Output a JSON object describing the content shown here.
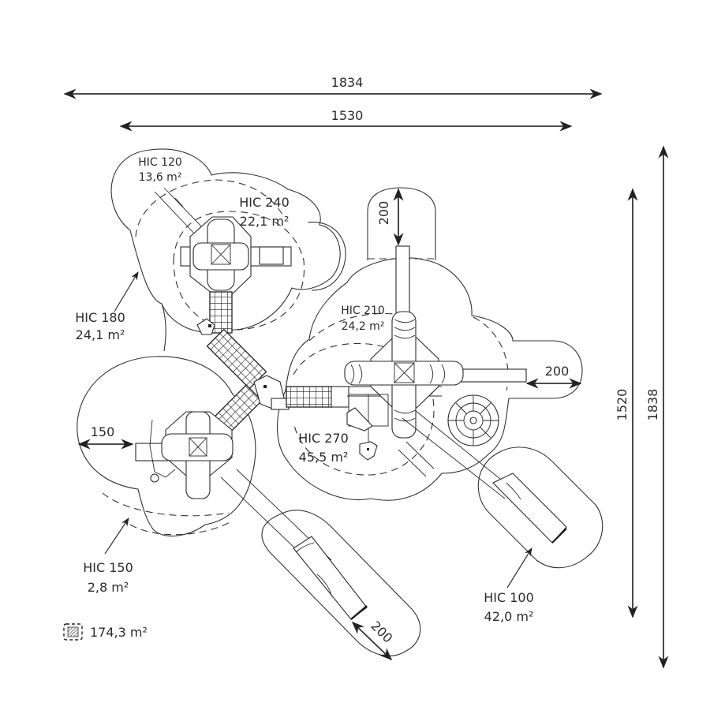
{
  "drawing": {
    "dimensions": {
      "overall_width": "1834",
      "platform_width": "1530",
      "overall_depth": "1838",
      "platform_depth": "1520",
      "clearance_top": "200",
      "clearance_right": "200",
      "clearance_left": "150",
      "clearance_bottom": "200"
    },
    "hic_zones": [
      {
        "id": "hic-120",
        "label": "HIC 120",
        "area": "13,6 m²"
      },
      {
        "id": "hic-240",
        "label": "HIC 240",
        "area": "22,1 m²"
      },
      {
        "id": "hic-180",
        "label": "HIC 180",
        "area": "24,1 m²"
      },
      {
        "id": "hic-210",
        "label": "HIC 210",
        "area": "24,2 m²"
      },
      {
        "id": "hic-270",
        "label": "HIC 270",
        "area": "45,5 m²"
      },
      {
        "id": "hic-150",
        "label": "HIC 150",
        "area": "2,8 m²"
      },
      {
        "id": "hic-100",
        "label": "HIC 100",
        "area": "42,0 m²"
      }
    ],
    "legend": {
      "icon": "hatched-square-icon",
      "total_area": "174,3 m²"
    }
  }
}
